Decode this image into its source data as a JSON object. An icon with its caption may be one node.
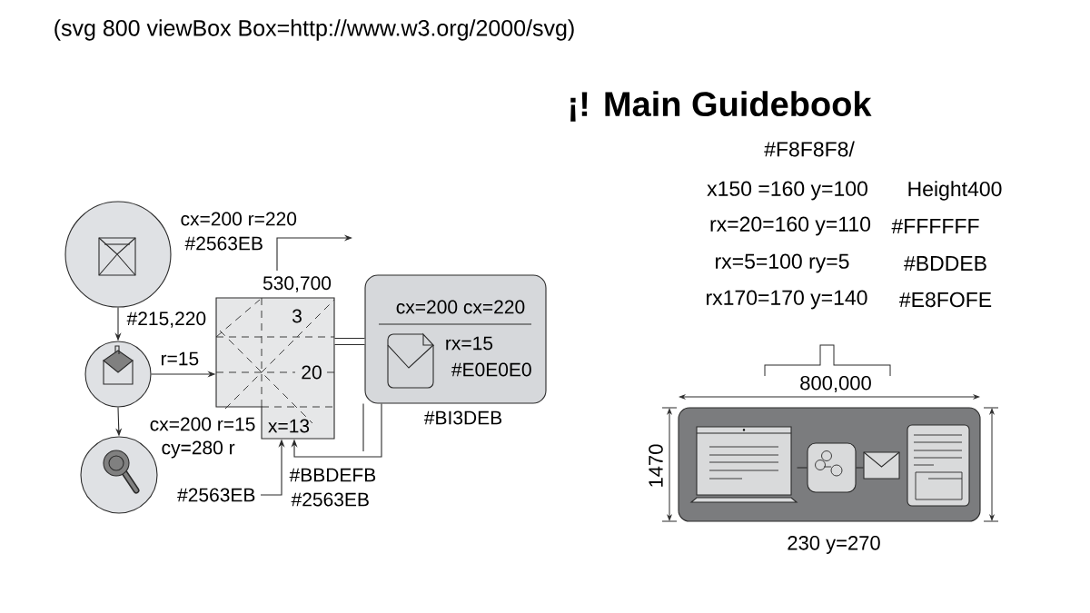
{
  "diagram": {
    "title": "¡! Main Guidebook",
    "nodes": [
      {
        "text": [],
        "shape": "circle"
      },
      {
        "text": [],
        "shape": "circle"
      },
      {
        "text": [],
        "shape": "circle"
      },
      {
        "text": [
          "3",
          "20",
          "x=13"
        ],
        "beside": [
          "530,700"
        ]
      },
      {
        "text": [
          "cx=200 cx=220",
          "rx=15",
          "#E0E0E0"
        ],
        "beside": [
          "#BI3DEB"
        ]
      },
      {
        "text": [],
        "shape": "box"
      },
      {
        "text": [],
        "shape": "picture",
        "in": 5
      },
      {
        "text": [],
        "shape": "box",
        "in": 5
      },
      {
        "text": [],
        "shape": "picture",
        "in": 5
      },
      {
        "text": [],
        "shape": "picture",
        "in": 5
      }
    ],
    "edges": [
      {
        "from": 0,
        "to": 1,
        "arrow": "to",
        "label": "#215,220"
      },
      {
        "from": 1,
        "to": 2,
        "arrow": "to"
      },
      {
        "from": 1,
        "to": 3,
        "arrow": "to",
        "label": "r=15"
      },
      {
        "from": 3,
        "to": 4,
        "arrow": "none",
        "style": "thick"
      },
      {
        "from": 4,
        "to": 3,
        "arrow": "to"
      },
      {
        "from": null,
        "to": 3,
        "arrow": "to",
        "label": "#2563EB"
      },
      {
        "from": 3,
        "to": null,
        "arrow": "to"
      },
      {
        "from": 6,
        "to": 7,
        "arrow": "none"
      },
      {
        "from": 7,
        "to": 8,
        "arrow": "none"
      },
      {
        "from": 4,
        "to": null,
        "arrow": "none"
      }
    ],
    "labels": [
      "(svg 800 viewBox Box=http://www.w3.org/2000/svg)",
      "cx=200 r=220",
      "#2563EB",
      "cx=200 r=15",
      "cy=280 r",
      "#BBDEFB",
      "#2563EB",
      "#F8F8F8/",
      "x150 =160 y=100",
      "Height400",
      "rx=20=160 y=110",
      "#FFFFFF",
      "rx=5=100 ry=5",
      "#BDDEB",
      "rx170=170 y=140",
      "#E8FOFE",
      "800,000",
      "1470",
      "230 y=270"
    ]
  }
}
